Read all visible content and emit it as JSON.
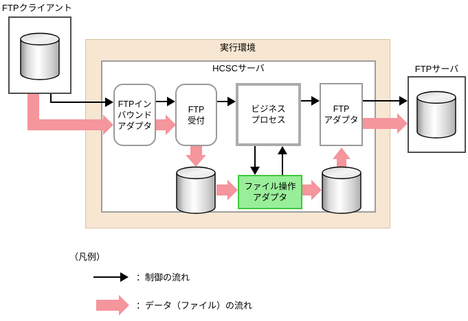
{
  "colors": {
    "data_flow_pink": "#F5959C",
    "env_beige": "#F7E6D2",
    "env_beige_border": "#DCC3A2",
    "adapter_green_fill": "#99EE99",
    "adapter_green_border": "#3DC83D",
    "box_border_gray": "#999999",
    "control_flow_black": "#000000"
  },
  "diagram": {
    "external": {
      "ftp_client": {
        "label": "FTPクライアント",
        "icon": "database-cylinder-icon"
      },
      "ftp_server": {
        "label": "FTPサーバ",
        "icon": "database-cylinder-icon"
      }
    },
    "environment": {
      "label": "実行環境"
    },
    "server": {
      "label": "HCSCサーバ"
    },
    "nodes": {
      "ftp_inbound_adapter": {
        "label": "FTPイン\nバウンド\nアダプタ"
      },
      "ftp_reception": {
        "label": "FTP\n受付"
      },
      "business_process": {
        "label": "ビジネス\nプロセス"
      },
      "ftp_adapter": {
        "label": "FTP\nアダプタ"
      },
      "file_operation_adapter": {
        "label": "ファイル操作\nアダプタ"
      }
    },
    "datastores": [
      {
        "name": "client-files",
        "icon": "database-cylinder-icon"
      },
      {
        "name": "received-files",
        "icon": "database-cylinder-icon"
      },
      {
        "name": "processed-files",
        "icon": "database-cylinder-icon"
      },
      {
        "name": "server-files",
        "icon": "database-cylinder-icon"
      }
    ]
  },
  "legend": {
    "heading": "（凡例）",
    "items": [
      {
        "icon": "control-flow-arrow",
        "label": "：制御の流れ"
      },
      {
        "icon": "data-flow-arrow",
        "label": "：データ（ファイル）の流れ"
      }
    ]
  }
}
